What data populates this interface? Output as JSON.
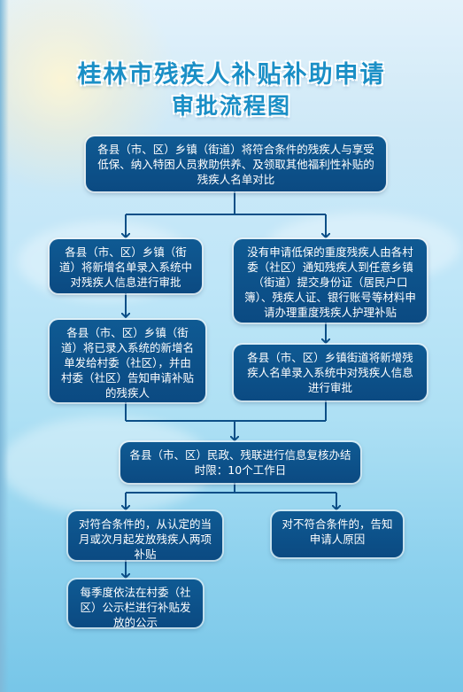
{
  "title": {
    "line1": "桂林市残疾人补贴补助申请",
    "line2": "审批流程图"
  },
  "steps": {
    "step1": "各县（市、区）乡镇（街道）将符合条件的残疾人与享受低保、纳入特困人员救助供养、及领取其他福利性补贴的残疾人名单对比",
    "left_a": "各县（市、区）乡镇（街道）将新增名单录入系统中对残疾人信息进行审批",
    "left_b": "各县（市、区）乡镇（街道）将已录入系统的新增名单发给村委（社区），并由村委（社区）告知申请补贴的残疾人",
    "right_a": "没有申请低保的重度残疾人由各村委（社区）通知残疾人到任意乡镇（街道）提交身份证（居民户口簿）、残疾人证、银行账号等材料申请办理重度残疾人护理补贴",
    "right_b": "各县（市、区）乡镇街道将新增残疾人名单录入系统中对残疾人信息进行审批",
    "review": "各县（市、区）民政、残联进行信息复核办结时限：10个工作日",
    "eligible": "对符合条件的，从认定的当月或次月起发放残疾人两项补贴",
    "ineligible": "对不符合条件的，告知申请人原因",
    "publicity": "每季度依法在村委（社区）公示栏进行补贴发放的公示"
  }
}
